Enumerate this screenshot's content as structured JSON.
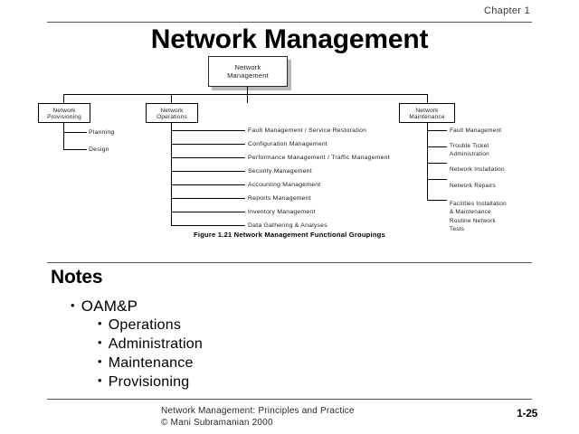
{
  "header": {
    "chapter": "Chapter 1",
    "title": "Network Management"
  },
  "diagram": {
    "root": {
      "line1": "Network",
      "line2": "Management"
    },
    "branches": [
      {
        "name": "network-provisioning",
        "line1": "Network",
        "line2": "Provisioning",
        "leaves": [
          "Planning",
          "Design"
        ]
      },
      {
        "name": "network-operations",
        "line1": "Network",
        "line2": "Operations",
        "leaves": [
          "Fault Management / Service Restoration",
          "Configuration Management",
          "Performance Management / Traffic Management",
          "Security Management",
          "Accounting Management",
          "Reports Management",
          "Inventory Management",
          "Data Gathering & Analyses"
        ]
      },
      {
        "name": "network-maintenance",
        "line1": "Network",
        "line2": "Maintenance",
        "leaves": [
          "Fault Management",
          "Trouble Ticket Administration",
          "Network Installation",
          "Network Repairs",
          "Facilities Installation & Maintenance",
          "Routine  Network Tests"
        ]
      }
    ],
    "caption": "Figure 1.21 Network Management Functional Groupings"
  },
  "notes": {
    "heading": "Notes",
    "level1": "OAM&P",
    "level2": [
      "Operations",
      "Administration",
      "Maintenance",
      "Provisioning"
    ],
    "bullet_glyph": "•"
  },
  "footer": {
    "line1": "Network Management: Principles and Practice",
    "line2": "©  Mani Subramanian 2000",
    "page": "1-25"
  },
  "colors": {
    "text": "#000000",
    "rule": "#555555",
    "shadow": "#b8b8b8"
  }
}
